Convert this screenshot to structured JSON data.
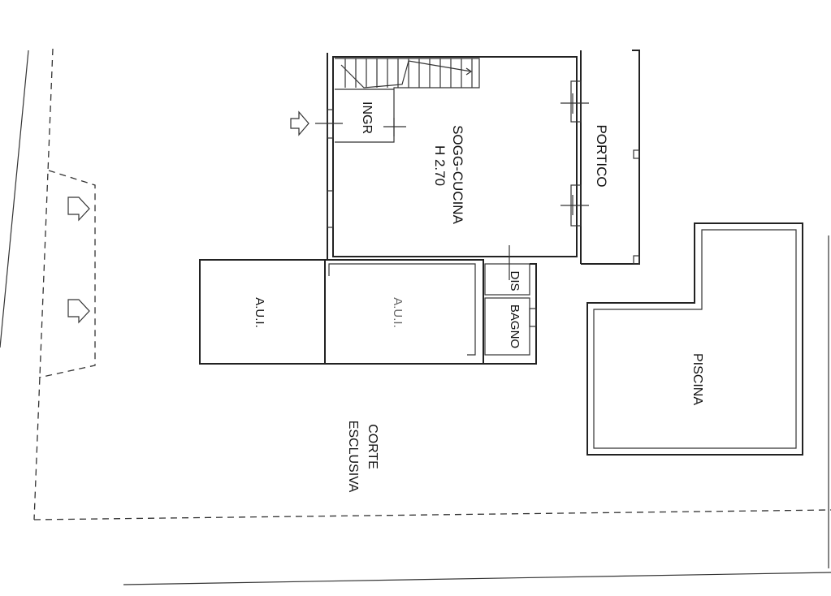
{
  "rooms": {
    "soggiorno": "SOGG-CUCINA",
    "height": "H 2.70",
    "portico": "PORTICO",
    "ingresso": "INGR",
    "aui_1": "A.U.I.",
    "aui_2": "A.U.I.",
    "disimpegno": "DIS",
    "bagno": "BAGNO",
    "piscina": "PISCINA",
    "corte_1": "CORTE",
    "corte_2": "ESCLUSIVA"
  },
  "icons": [
    "entrance-arrow-icon",
    "access-arrow-icon"
  ]
}
